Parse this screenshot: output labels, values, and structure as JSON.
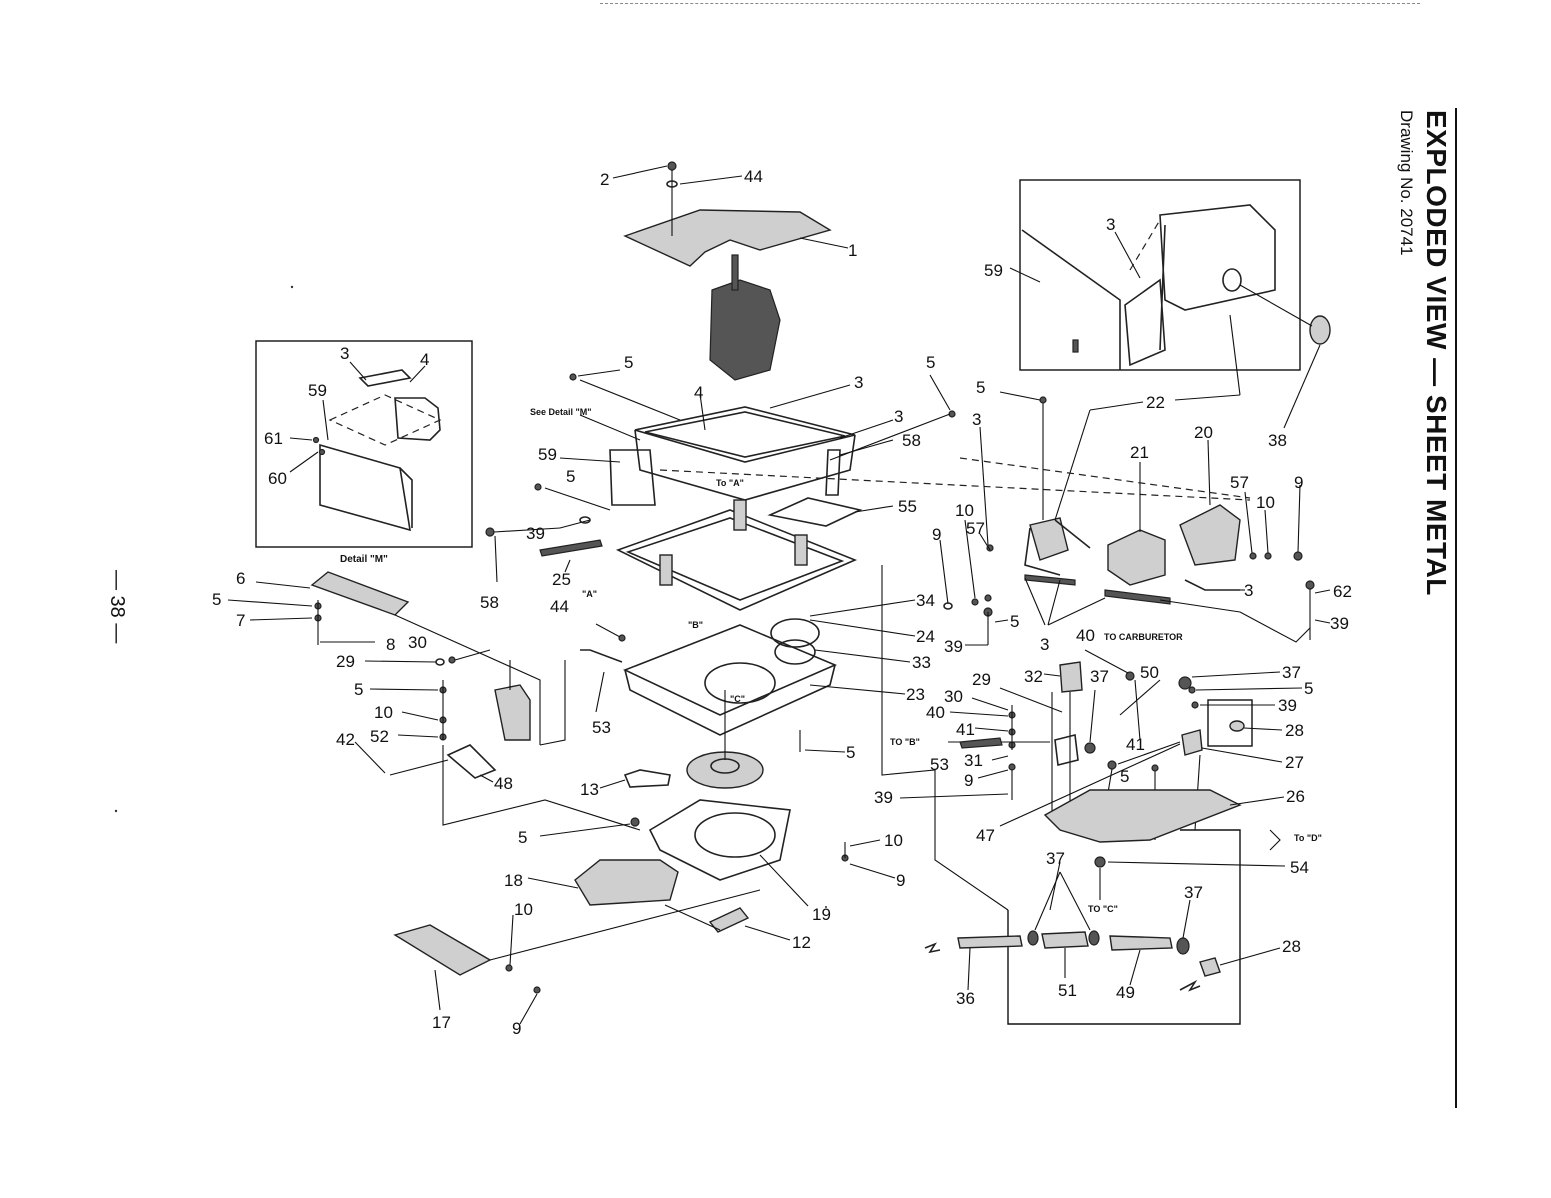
{
  "title": "EXPLODED VIEW — SHEET METAL",
  "drawing_number": "Drawing No. 20741",
  "page_number": "— 38 —",
  "detail_label": "Detail \"M\"",
  "annotations": {
    "see_detail": "See Detail \"M\"",
    "to_a": "To \"A\"",
    "a": "\"A\"",
    "b": "\"B\"",
    "c": "\"C\"",
    "to_carburetor": "TO CARBURETOR",
    "to_b": "TO \"B\"",
    "to_c": "TO \"C\"",
    "to_d": "To \"D\""
  },
  "callouts": {
    "c_2": "2",
    "c_44a": "44",
    "c_1": "1",
    "c_5a": "5",
    "c_4a": "4",
    "c_3a": "3",
    "c_5b": "5",
    "c_3b": "3",
    "c_58a": "58",
    "c_59a": "59",
    "c_5c": "5",
    "c_39a": "39",
    "c_58b": "58",
    "c_25": "25",
    "c_55": "55",
    "c_44b": "44",
    "c_34": "34",
    "c_24": "24",
    "c_33": "33",
    "c_23": "23",
    "c_53a": "53",
    "c_13": "13",
    "c_5d": "5",
    "c_5e": "5",
    "c_10a": "10",
    "c_9a": "9",
    "c_18": "18",
    "c_19": "19",
    "c_12": "12",
    "c_10b": "10",
    "c_17": "17",
    "c_9b": "9",
    "c_6": "6",
    "c_5f": "5",
    "c_7": "7",
    "c_8": "8",
    "c_30a": "30",
    "c_29a": "29",
    "c_5g": "5",
    "c_10c": "10",
    "c_52": "52",
    "c_42": "42",
    "c_48": "48",
    "d_3": "3",
    "d_4": "4",
    "d_59": "59",
    "d_61": "61",
    "d_60": "60",
    "i_3": "3",
    "i_59": "59",
    "c_38": "38",
    "c_5h": "5",
    "c_22": "22",
    "c_3c": "3",
    "c_20": "20",
    "c_21": "21",
    "c_57a": "57",
    "c_10d": "10",
    "c_9c": "9",
    "c_10e": "10",
    "c_9d": "9",
    "c_57b": "57",
    "c_3d": "3",
    "c_62": "62",
    "c_39b": "39",
    "c_5i": "5",
    "c_39c": "39",
    "c_3e": "3",
    "c_40a": "40",
    "c_32": "32",
    "c_29b": "29",
    "c_37a": "37",
    "c_50": "50",
    "c_37b": "37",
    "c_5j": "5",
    "c_39d": "39",
    "c_28a": "28",
    "c_30b": "30",
    "c_40b": "40",
    "c_41a": "41",
    "c_41b": "41",
    "c_31": "31",
    "c_53b": "53",
    "c_9e": "9",
    "c_5k": "5",
    "c_27": "27",
    "c_39e": "39",
    "c_26": "26",
    "c_47": "47",
    "c_54": "54",
    "c_37c": "37",
    "c_37d": "37",
    "c_28b": "28",
    "c_36": "36",
    "c_51": "51",
    "c_49": "49"
  }
}
